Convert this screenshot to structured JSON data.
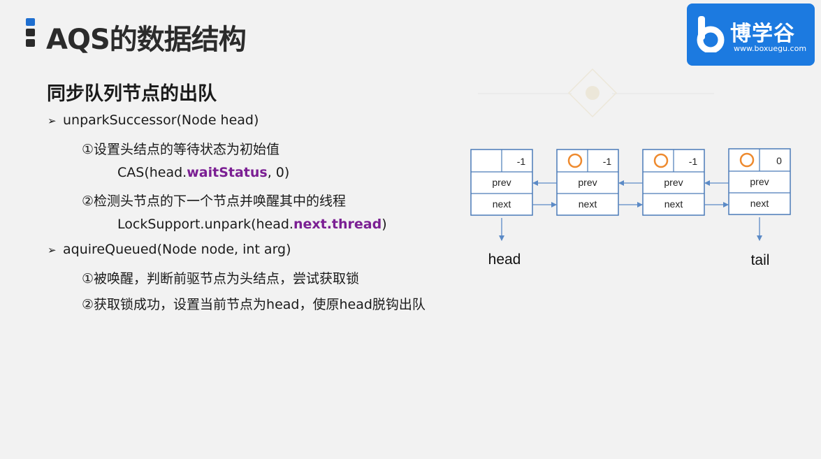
{
  "slide": {
    "title": "AQS的数据结构",
    "subtitle": "同步队列节点的出队"
  },
  "logo": {
    "name": "博学谷",
    "url": "www.boxuegu.com",
    "brand_color": "#1c7ae0"
  },
  "content": {
    "bullet_char": "➢",
    "items": [
      {
        "text": "unparkSuccessor(Node head)",
        "steps": [
          {
            "text": "①设置头结点的等待状态为初始值"
          },
          {
            "pre": "CAS(head.",
            "hl": "waitStatus",
            "post": ", 0)"
          },
          {
            "text": "②检测头节点的下一个节点并唤醒其中的线程"
          },
          {
            "pre": "LockSupport.unpark(head.",
            "hl": "next.thread",
            "post": ")"
          }
        ]
      },
      {
        "text": "aquireQueued(Node node, int arg)",
        "steps": [
          {
            "text": "①被唤醒，判断前驱节点为头结点，尝试获取锁"
          },
          {
            "text": "②获取锁成功，设置当前节点为head，使原head脱钩出队"
          }
        ]
      }
    ],
    "highlight_color": "#7b1f93"
  },
  "diagram": {
    "nodes": [
      {
        "status": "-1",
        "has_thread": false,
        "prev_label": "prev",
        "next_label": "next"
      },
      {
        "status": "-1",
        "has_thread": true,
        "prev_label": "prev",
        "next_label": "next"
      },
      {
        "status": "-1",
        "has_thread": true,
        "prev_label": "prev",
        "next_label": "next"
      },
      {
        "status": "0",
        "has_thread": true,
        "prev_label": "prev",
        "next_label": "next"
      }
    ],
    "head_label": "head",
    "tail_label": "tail",
    "border_color": "#4a7ab8",
    "arrow_color": "#5b8ac6",
    "thread_color": "#ee8a2e"
  }
}
